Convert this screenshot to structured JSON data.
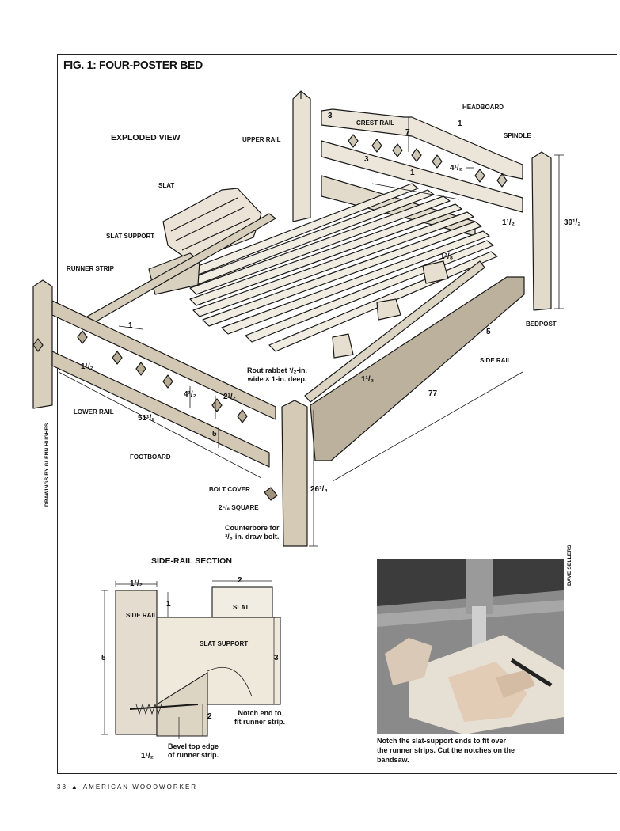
{
  "figure": {
    "title": "FIG. 1: FOUR-POSTER BED",
    "exploded_view": "EXPLODED VIEW"
  },
  "labels": {
    "headboard": "HEADBOARD",
    "crest_rail": "CREST RAIL",
    "spindle": "SPINDLE",
    "upper_rail": "UPPER RAIL",
    "slat": "SLAT",
    "slat_support": "SLAT SUPPORT",
    "runner_strip": "RUNNER STRIP",
    "bedpost": "BEDPOST",
    "side_rail": "SIDE RAIL",
    "lower_rail": "LOWER RAIL",
    "footboard": "FOOTBOARD",
    "bolt_cover": "BOLT COVER",
    "square": "2⁵/₈ SQUARE",
    "rabbet_line1": "Rout rabbet ¹/₂-in.",
    "rabbet_line2": "wide × 1-in. deep.",
    "counterbore_line1": "Counterbore for",
    "counterbore_line2": "³/₈-in. draw bolt."
  },
  "dimensions": {
    "crest_3": "3",
    "crest_7": "7",
    "crest_1": "1",
    "upper_3": "3",
    "upper_1": "1",
    "spindle_gap": "4¹/₂",
    "head_1_half": "1¹/₂",
    "bedpost_height": "39¹/₂",
    "slat_1_3_8": "1³/₈",
    "foot_1": "1",
    "foot_1_half": "1¹/₂",
    "foot_4_half": "4¹/₂",
    "foot_2_half": "2¹/₂",
    "foot_5": "5",
    "foot_width": "51¹/₂",
    "side_5": "5",
    "side_1_half": "1¹/₂",
    "side_length": "77",
    "foot_post_height": "26³/₄"
  },
  "section": {
    "title": "SIDE-RAIL SECTION",
    "side_rail": "SIDE RAIL",
    "slat": "SLAT",
    "slat_support": "SLAT SUPPORT",
    "dim_1_half_top": "1¹/₂",
    "dim_2": "2",
    "dim_1": "1",
    "dim_5": "5",
    "dim_3": "3",
    "dim_2_bottom": "2",
    "dim_1_half_bottom": "1¹/₂",
    "notch_line1": "Notch end to",
    "notch_line2": "fit runner strip.",
    "bevel_line1": "Bevel top edge",
    "bevel_line2": "of runner strip."
  },
  "credits": {
    "drawings": "DRAWINGS BY GLENN HUGHES",
    "photo": "DAVE SELLERS"
  },
  "caption": {
    "line1": "Notch the slat-support ends to fit over",
    "line2": "the runner strips. Cut the notches on the",
    "line3": "bandsaw."
  },
  "footer": {
    "page": "38",
    "publication": "AMERICAN WOODWORKER"
  }
}
